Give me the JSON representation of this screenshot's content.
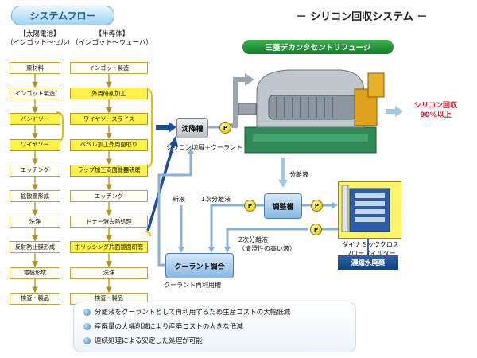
{
  "header": {
    "flow_title": "システムフロー",
    "main_title": "－ シリコン回収システム －"
  },
  "solar": {
    "head1": "【太陽電池】",
    "head2": "（インゴット～セル）",
    "steps": [
      "原材料",
      "インゴット製造",
      "バンドソー",
      "ワイヤソー",
      "エッチング",
      "拡散層形成",
      "洗浄",
      "反射防止膜形成",
      "電極形成",
      "検査・製品"
    ],
    "highlight": [
      false,
      false,
      true,
      true,
      false,
      false,
      false,
      false,
      false,
      false
    ]
  },
  "semi": {
    "head1": "【半導体】",
    "head2": "（インゴット～ウェーハ）",
    "steps": [
      "インゴット製造",
      "外周研削加工",
      "ワイヤソースライス",
      "ベベル加工外周面取り",
      "ラップ加工両面機器研磨",
      "エッチング",
      "ドナー消去熱処理",
      "ポリッシング片面鏡面研磨",
      "洗浄",
      "検査・製品"
    ],
    "highlight": [
      false,
      true,
      true,
      true,
      true,
      false,
      false,
      true,
      false,
      false
    ]
  },
  "system": {
    "maker_label": "三菱デカンタセントリフュージ",
    "settling_tank": "沈降槽",
    "settling_caption": "シリコン切屑＋クーラント",
    "recovery_line1": "シリコン回収",
    "recovery_line2": "90%以上",
    "separated_liquid": "分離液",
    "adjust_tank": "調整槽",
    "new_liquid": "新液",
    "first_sep": "1次分離液",
    "second_sep_line1": "2次分離液",
    "second_sep_line2": "（清澄性の高い液）",
    "coolant_mix": "クーラント調合",
    "coolant_reuse": "クーラント再利用槽",
    "filter_line1": "ダイナミッククロス",
    "filter_line2": "フローフィルター",
    "waste": "濃縮水廃棄",
    "pump_label": "P"
  },
  "bullets": [
    "分離液をクーラントとして再利用するため生産コストの大幅低減",
    "産廃量の大幅削減により産廃コストの大きな低減",
    "連続処理による安定した処理が可能"
  ],
  "colors": {
    "highlight": "#fff24a",
    "maker_green": "#1f9a37",
    "recovery_red": "#e8132c",
    "tank_blue": "#9ec7ea",
    "arrow_blue": "#1d4f9c"
  }
}
